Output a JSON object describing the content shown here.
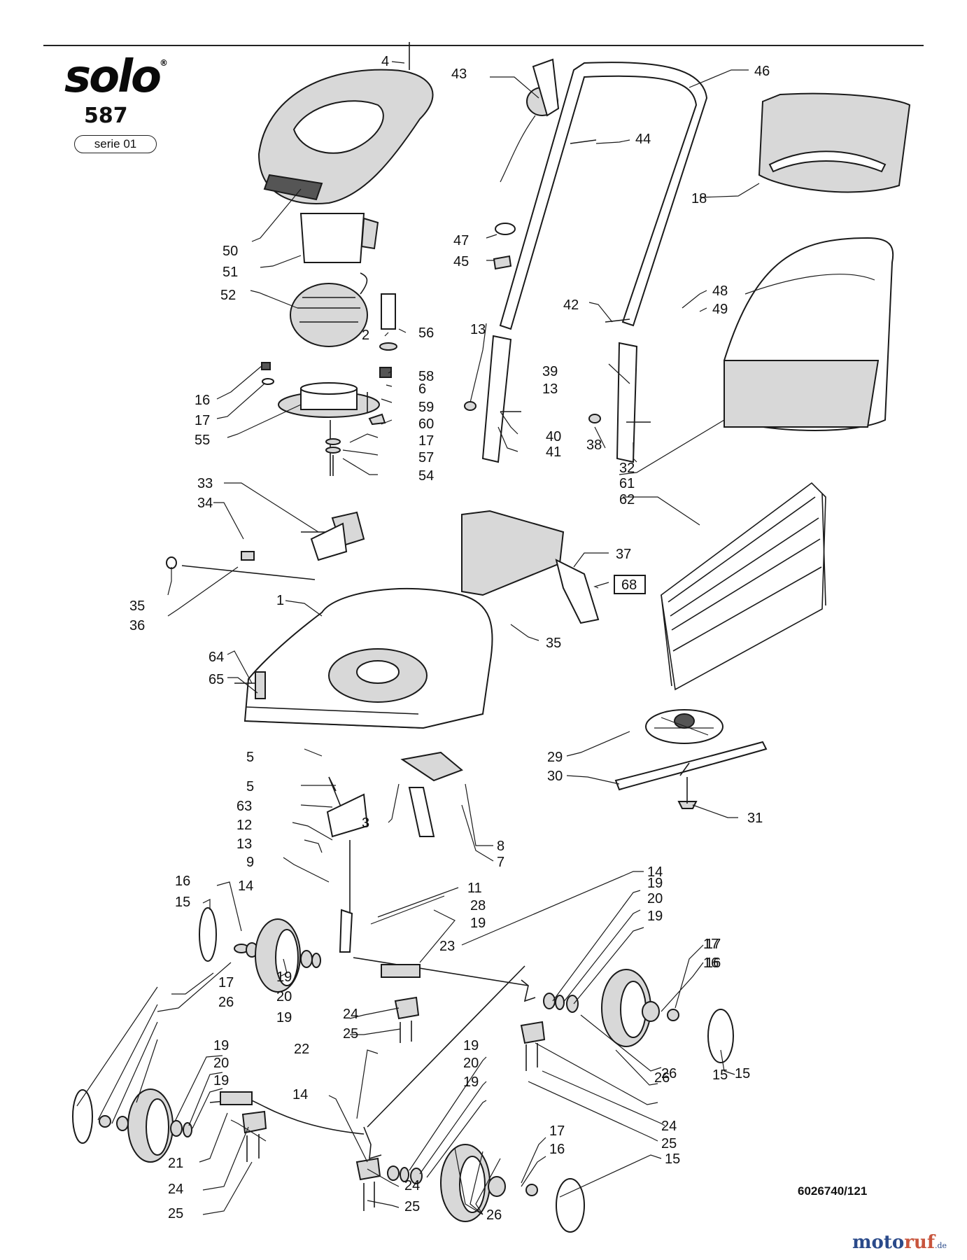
{
  "brand": {
    "logo_text": "solo",
    "registered_mark": "®",
    "model": "587",
    "series": "serie 01"
  },
  "document_number": "6026740/121",
  "watermark": {
    "part1": "moto",
    "part2": "ruf",
    "part3": ".de"
  },
  "callouts": [
    {
      "n": "4"
    },
    {
      "n": "43"
    },
    {
      "n": "46"
    },
    {
      "n": "44"
    },
    {
      "n": "18"
    },
    {
      "n": "50"
    },
    {
      "n": "51"
    },
    {
      "n": "47"
    },
    {
      "n": "45"
    },
    {
      "n": "52"
    },
    {
      "n": "48"
    },
    {
      "n": "49"
    },
    {
      "n": "42"
    },
    {
      "n": "2"
    },
    {
      "n": "56"
    },
    {
      "n": "13"
    },
    {
      "n": "39"
    },
    {
      "n": "58"
    },
    {
      "n": "6"
    },
    {
      "n": "16"
    },
    {
      "n": "13"
    },
    {
      "n": "59"
    },
    {
      "n": "17"
    },
    {
      "n": "60"
    },
    {
      "n": "40"
    },
    {
      "n": "55"
    },
    {
      "n": "17"
    },
    {
      "n": "38"
    },
    {
      "n": "41"
    },
    {
      "n": "57"
    },
    {
      "n": "32"
    },
    {
      "n": "61"
    },
    {
      "n": "54"
    },
    {
      "n": "62"
    },
    {
      "n": "33"
    },
    {
      "n": "34"
    },
    {
      "n": "37"
    },
    {
      "n": "68"
    },
    {
      "n": "1"
    },
    {
      "n": "35"
    },
    {
      "n": "36"
    },
    {
      "n": "35"
    },
    {
      "n": "64"
    },
    {
      "n": "65"
    },
    {
      "n": "5"
    },
    {
      "n": "29"
    },
    {
      "n": "30"
    },
    {
      "n": "5"
    },
    {
      "n": "63"
    },
    {
      "n": "31"
    },
    {
      "n": "3"
    },
    {
      "n": "12"
    },
    {
      "n": "8"
    },
    {
      "n": "13"
    },
    {
      "n": "7"
    },
    {
      "n": "9"
    },
    {
      "n": "14"
    },
    {
      "n": "16"
    },
    {
      "n": "19"
    },
    {
      "n": "15"
    },
    {
      "n": "11"
    },
    {
      "n": "20"
    },
    {
      "n": "14"
    },
    {
      "n": "19"
    },
    {
      "n": "28"
    },
    {
      "n": "19"
    },
    {
      "n": "23"
    },
    {
      "n": "17"
    },
    {
      "n": "16"
    },
    {
      "n": "17"
    },
    {
      "n": "26"
    },
    {
      "n": "19"
    },
    {
      "n": "20"
    },
    {
      "n": "19"
    },
    {
      "n": "24"
    },
    {
      "n": "25"
    },
    {
      "n": "15"
    },
    {
      "n": "16"
    },
    {
      "n": "17"
    },
    {
      "n": "26"
    },
    {
      "n": "22"
    },
    {
      "n": "19"
    },
    {
      "n": "20"
    },
    {
      "n": "19"
    },
    {
      "n": "14"
    },
    {
      "n": "20"
    },
    {
      "n": "19"
    },
    {
      "n": "19"
    },
    {
      "n": "26"
    },
    {
      "n": "15"
    },
    {
      "n": "24"
    },
    {
      "n": "17"
    },
    {
      "n": "16"
    },
    {
      "n": "25"
    },
    {
      "n": "21"
    },
    {
      "n": "24"
    },
    {
      "n": "24"
    },
    {
      "n": "15"
    },
    {
      "n": "25"
    },
    {
      "n": "25"
    },
    {
      "n": "26"
    }
  ]
}
